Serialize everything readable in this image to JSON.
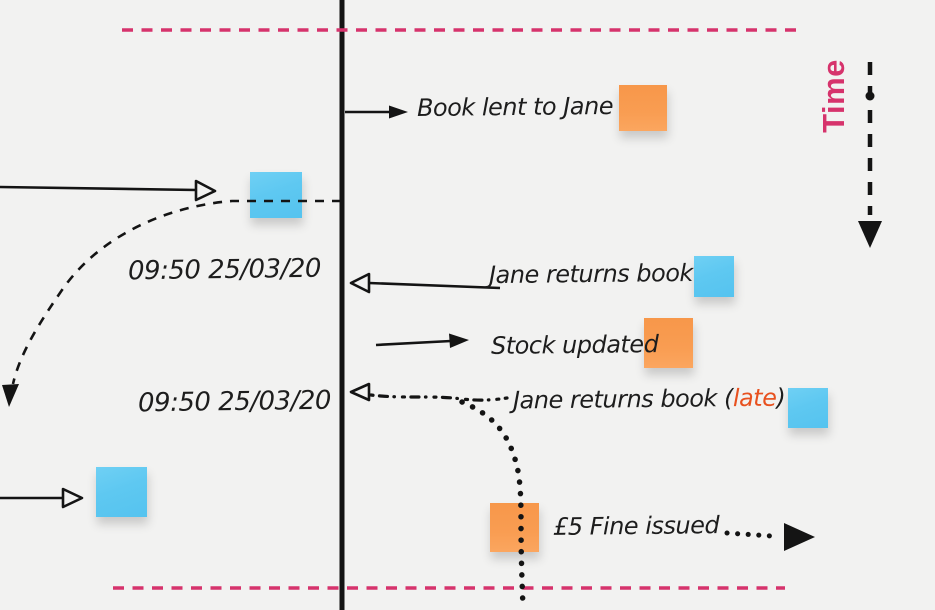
{
  "board": {
    "type": "whiteboard-timeline-diagram",
    "time_axis_label": "Time"
  },
  "colors": {
    "background": "#f2f2f1",
    "ink": "#1d1d1d",
    "accent_pink": "#d6336c",
    "late_highlight": "#e8511f",
    "sticky_orange": "#f8994e",
    "sticky_blue": "#5ec8f1"
  },
  "events": {
    "book_lent": {
      "label": "Book lent to Jane"
    },
    "jane_returns": {
      "label": "Jane returns book",
      "timestamp": "09:50 25/03/20"
    },
    "stock_updated": {
      "label": "Stock updated"
    },
    "jane_returns_late": {
      "label_prefix": "Jane returns book (",
      "highlight": "late",
      "label_suffix": ")",
      "timestamp": "09:50 25/03/20"
    },
    "fine_issued": {
      "label": "£5 Fine issued"
    }
  },
  "sticky_notes": [
    {
      "id": "note-book-lent",
      "color": "orange"
    },
    {
      "id": "note-jane-returns",
      "color": "blue"
    },
    {
      "id": "note-stock-updated",
      "color": "orange"
    },
    {
      "id": "note-jane-returns-late",
      "color": "blue"
    },
    {
      "id": "note-left-top",
      "color": "blue"
    },
    {
      "id": "note-left-bottom",
      "color": "blue"
    },
    {
      "id": "note-fine-issued",
      "color": "orange"
    }
  ]
}
